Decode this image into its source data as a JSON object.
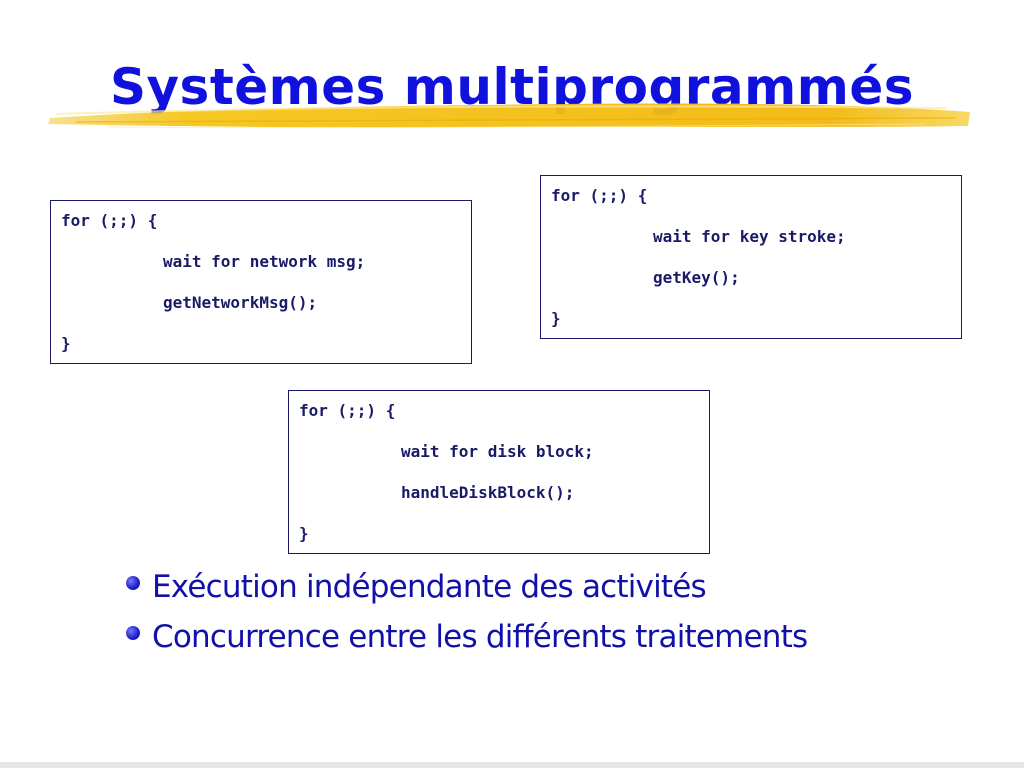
{
  "slide": {
    "title": "Systèmes multiprogrammés",
    "accent_color": "#1111dd",
    "highlight_color": "#f5c518"
  },
  "code_blocks": [
    {
      "lines": [
        "for (;;) {",
        "wait for network msg;",
        "getNetworkMsg();",
        "}"
      ]
    },
    {
      "lines": [
        "for (;;) {",
        "wait for key stroke;",
        "getKey();",
        "}"
      ]
    },
    {
      "lines": [
        "for (;;) {",
        "wait for disk block;",
        "handleDiskBlock();",
        "}"
      ]
    }
  ],
  "bullets": [
    "Exécution indépendante des activités",
    "Concurrence entre les différents traitements"
  ]
}
